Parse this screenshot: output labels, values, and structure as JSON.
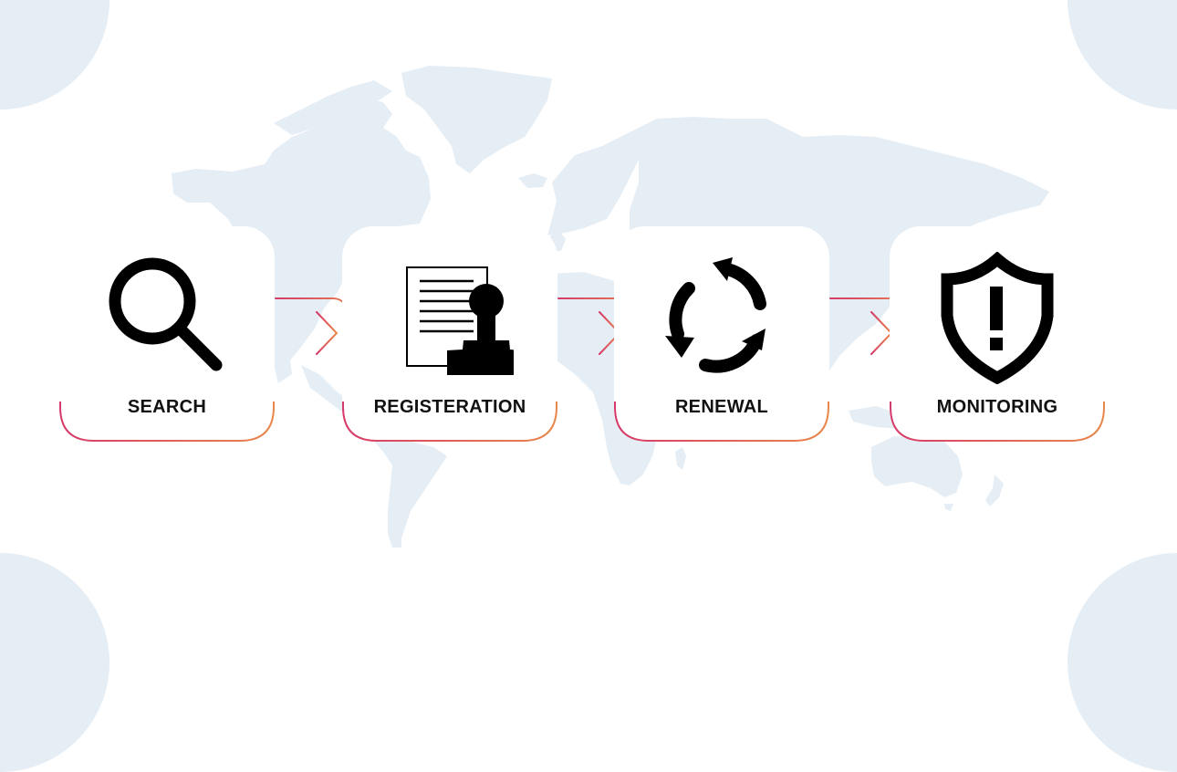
{
  "colors": {
    "background": "#ffffff",
    "corner_circle": "#e5edf5",
    "map_fill": "#e5edf5",
    "card_bg": "#ffffff",
    "icon": "#000000",
    "label": "#111111",
    "gradient_start": "#d63a6a",
    "gradient_end": "#e8874a"
  },
  "steps": [
    {
      "label": "SEARCH",
      "icon": "search-icon"
    },
    {
      "label": "REGISTERATION",
      "icon": "document-stamp-icon"
    },
    {
      "label": "RENEWAL",
      "icon": "cycle-arrows-icon"
    },
    {
      "label": "MONITORING",
      "icon": "shield-alert-icon"
    }
  ],
  "connectors": [
    {
      "from": "SEARCH",
      "to": "REGISTERATION",
      "icon": "chevron-right-icon"
    },
    {
      "from": "REGISTERATION",
      "to": "RENEWAL",
      "icon": "chevron-right-icon"
    },
    {
      "from": "RENEWAL",
      "to": "MONITORING",
      "icon": "chevron-right-icon"
    }
  ]
}
